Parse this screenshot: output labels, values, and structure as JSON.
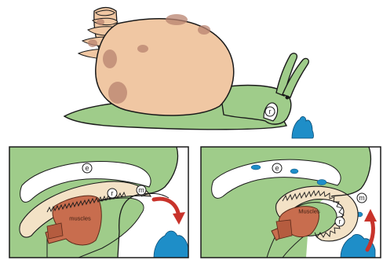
{
  "labels": {
    "r": "r",
    "e": "e",
    "m": "m",
    "muscles": "muscles",
    "muscles_right": "Muscles"
  },
  "colors": {
    "body_green": "#9fcc8a",
    "shell": "#f0c7a3",
    "shell_spot": "#b98370",
    "muscle": "#c86d4e",
    "radula_ribbon": "#f3e2c6",
    "food": "#1e8ec8",
    "arrow": "#c8332b",
    "outline": "#1a1a1a"
  }
}
